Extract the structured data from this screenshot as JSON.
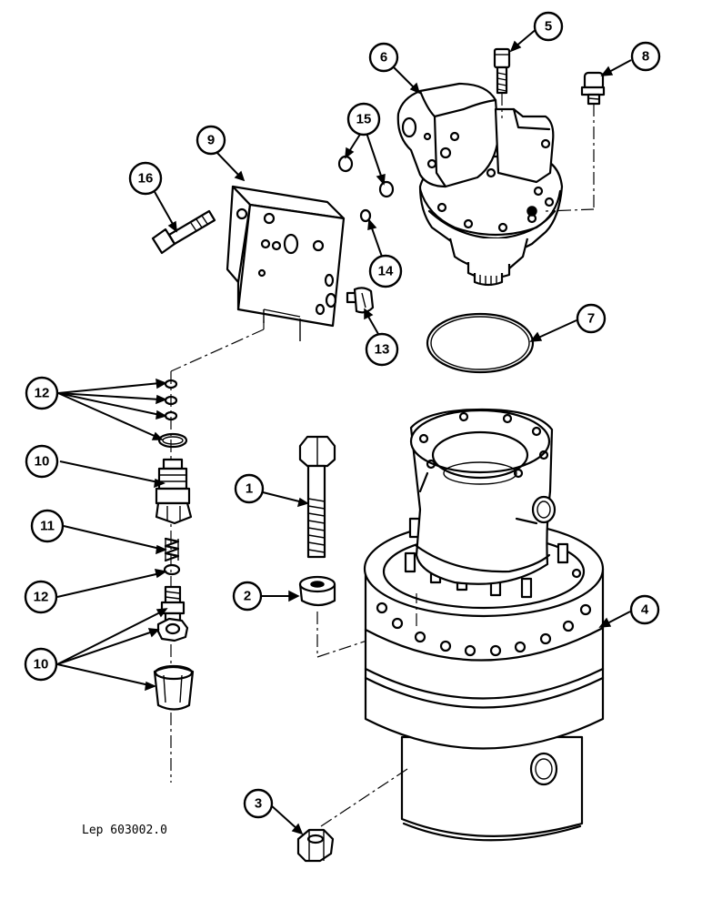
{
  "reference": "Lep 603002.0",
  "callouts": [
    {
      "id": "c1",
      "label": "1"
    },
    {
      "id": "c2",
      "label": "2"
    },
    {
      "id": "c3",
      "label": "3"
    },
    {
      "id": "c4",
      "label": "4"
    },
    {
      "id": "c5",
      "label": "5"
    },
    {
      "id": "c6",
      "label": "6"
    },
    {
      "id": "c7",
      "label": "7"
    },
    {
      "id": "c8",
      "label": "8"
    },
    {
      "id": "c9",
      "label": "9"
    },
    {
      "id": "c10a",
      "label": "10"
    },
    {
      "id": "c10b",
      "label": "10"
    },
    {
      "id": "c11",
      "label": "11"
    },
    {
      "id": "c12a",
      "label": "12"
    },
    {
      "id": "c12b",
      "label": "12"
    },
    {
      "id": "c13",
      "label": "13"
    },
    {
      "id": "c14",
      "label": "14"
    },
    {
      "id": "c15",
      "label": "15"
    },
    {
      "id": "c16",
      "label": "16"
    }
  ],
  "colors": {
    "line": "#000000",
    "background": "#ffffff"
  }
}
